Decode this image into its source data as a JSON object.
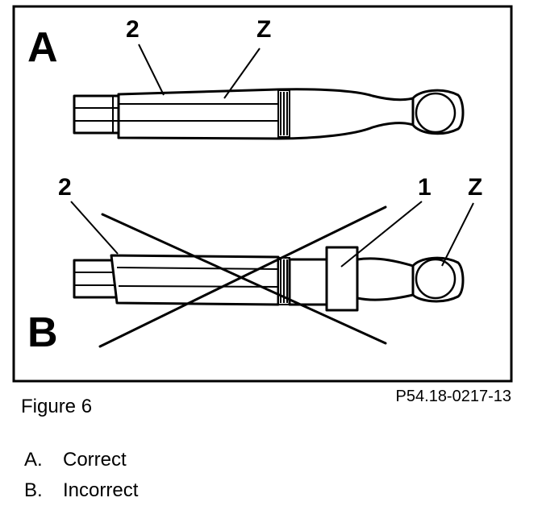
{
  "diagram": {
    "panel_a_letter": "A",
    "panel_b_letter": "B",
    "callouts_a": {
      "label_2": "2",
      "label_z": "Z"
    },
    "callouts_b": {
      "label_2": "2",
      "label_1": "1",
      "label_z": "Z"
    },
    "reference_code": "P54.18-0217-13",
    "figure_label": "Figure 6"
  },
  "legend": [
    {
      "key": "A.",
      "text": "Correct"
    },
    {
      "key": "B.",
      "text": "Incorrect"
    }
  ]
}
